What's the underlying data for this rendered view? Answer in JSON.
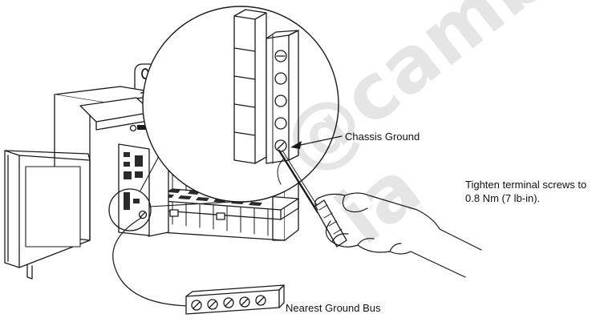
{
  "callouts": {
    "chassis_ground": "Chassis Ground",
    "torque_line1": "Tighten terminal screws to",
    "torque_line2": "0.8 Nm (7 lb-in).",
    "ground_bus": "Nearest Ground Bus"
  },
  "watermark": {
    "text": "@camb ia"
  },
  "colors": {
    "line": "#1a1a1a",
    "hatch": "#333333",
    "paper": "#ffffff"
  }
}
